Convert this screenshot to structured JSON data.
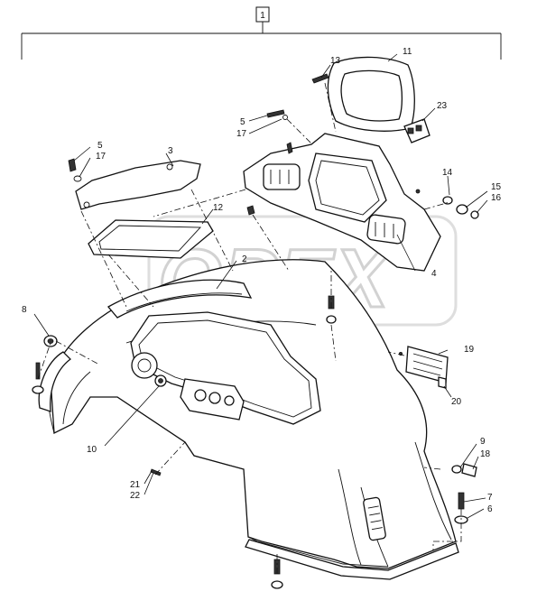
{
  "assembly": {
    "number": "1"
  },
  "watermark": {
    "text": "OPEX"
  },
  "callouts": [
    {
      "id": "c2",
      "number": "2"
    },
    {
      "id": "c3",
      "number": "3"
    },
    {
      "id": "c4",
      "number": "4"
    },
    {
      "id": "c5a",
      "number": "5"
    },
    {
      "id": "c5b",
      "number": "5"
    },
    {
      "id": "c6",
      "number": "6"
    },
    {
      "id": "c7",
      "number": "7"
    },
    {
      "id": "c8",
      "number": "8"
    },
    {
      "id": "c9",
      "number": "9"
    },
    {
      "id": "c10",
      "number": "10"
    },
    {
      "id": "c11",
      "number": "11"
    },
    {
      "id": "c12",
      "number": "12"
    },
    {
      "id": "c13",
      "number": "13"
    },
    {
      "id": "c14",
      "number": "14"
    },
    {
      "id": "c15",
      "number": "15"
    },
    {
      "id": "c16",
      "number": "16"
    },
    {
      "id": "c17a",
      "number": "17"
    },
    {
      "id": "c17b",
      "number": "17"
    },
    {
      "id": "c18",
      "number": "18"
    },
    {
      "id": "c19",
      "number": "19"
    },
    {
      "id": "c20",
      "number": "20"
    },
    {
      "id": "c21",
      "number": "21"
    },
    {
      "id": "c22",
      "number": "22"
    },
    {
      "id": "c23",
      "number": "23"
    }
  ]
}
